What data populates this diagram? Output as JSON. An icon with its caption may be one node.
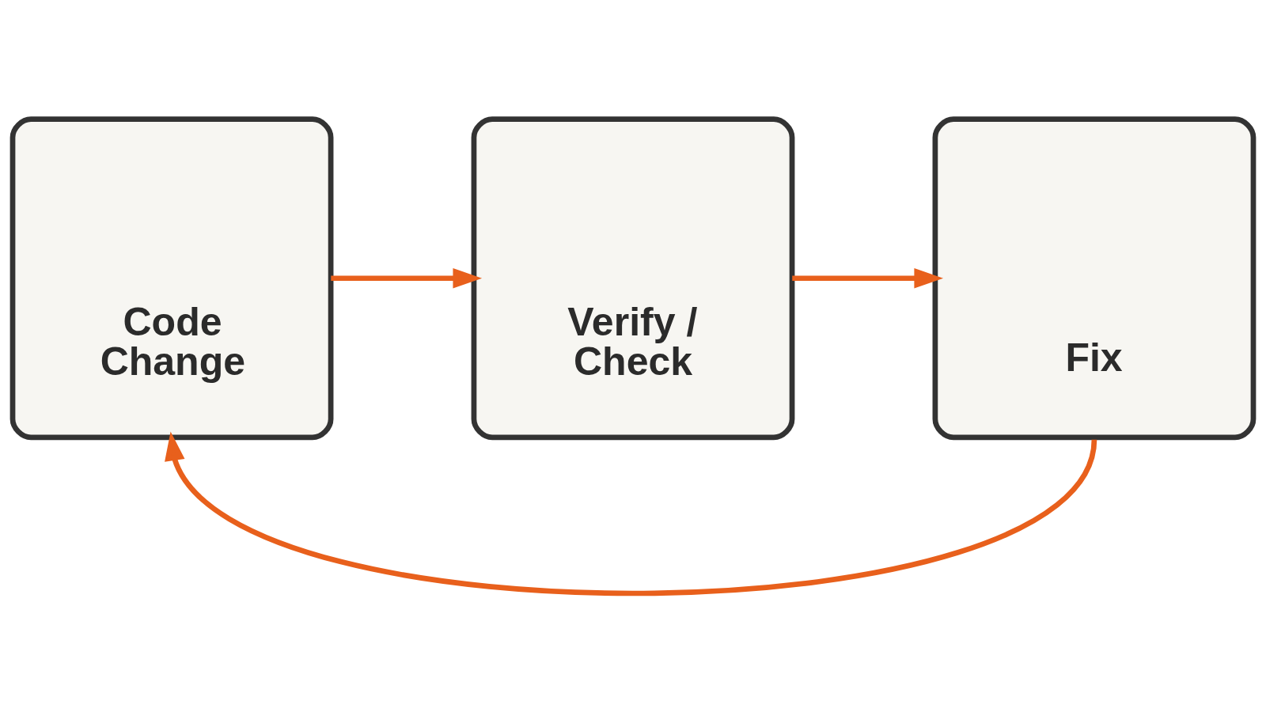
{
  "diagram": {
    "nodes": [
      {
        "text": [
          "Code Change"
        ]
      },
      {
        "text": [
          "Verify / Check"
        ]
      },
      {
        "text": [
          "Fix"
        ]
      }
    ],
    "edges": [
      {
        "from": 0,
        "to": 1,
        "arrow": "to"
      },
      {
        "from": 1,
        "to": 2,
        "arrow": "to"
      },
      {
        "from": 2,
        "to": 0,
        "arrow": "to"
      }
    ]
  }
}
